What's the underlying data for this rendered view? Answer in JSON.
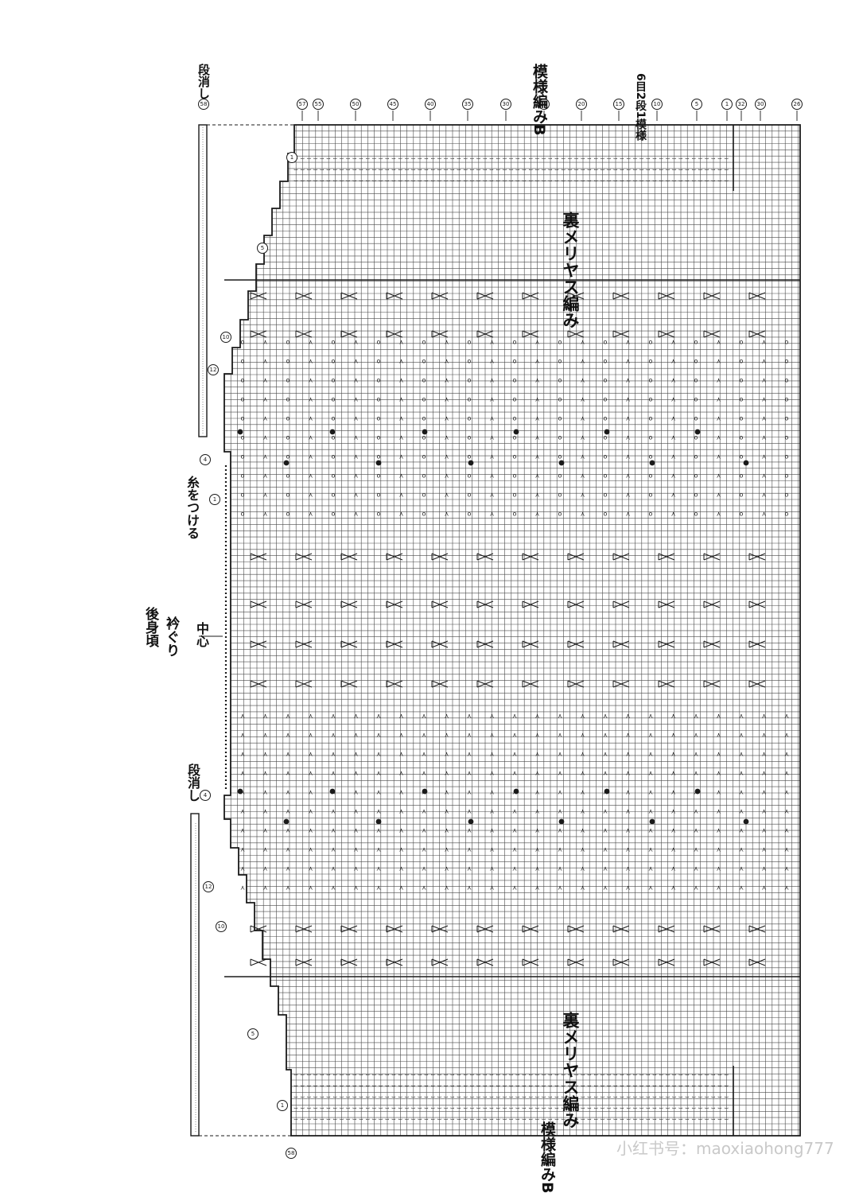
{
  "title": "後身頃",
  "subtitle": "衿ぐり",
  "center_label": "中心",
  "thread_label": "糸をつける",
  "short_rows_label_left": "段消し",
  "short_rows_label_top": "段消し",
  "pattern_b_label": "模様編みB",
  "reverse_stockinette_label": "裏メリヤス編み",
  "repeat_note": "6目2段1模様",
  "top_row_numbers": [
    "57",
    "55",
    "50",
    "45",
    "40",
    "35",
    "30",
    "25",
    "20",
    "15",
    "10",
    "5",
    "1",
    "32",
    "30",
    "26"
  ],
  "top_row_end": "58",
  "left_row_markers": [
    "1",
    "5",
    "10",
    "12",
    "4"
  ],
  "right_row_markers": [
    "1",
    "5",
    "10",
    "12",
    "4",
    "1"
  ],
  "bottom_mark": "58",
  "watermark": "小红书号：maoxiaohong777",
  "colors": {
    "ink": "#1a1a1a",
    "grid": "#4a4a4a",
    "bg": "#ffffff",
    "watermark": "#c9c9c9"
  }
}
